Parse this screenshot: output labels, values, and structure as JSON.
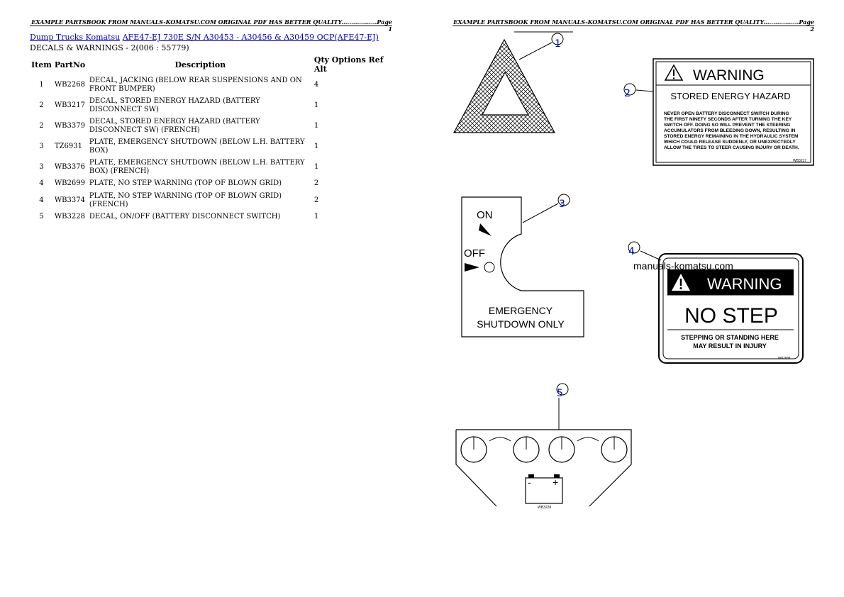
{
  "header": {
    "page1": "EXAMPLE PARTSBOOK FROM MANUALS-KOMATSU.COM ORIGINAL PDF HAS BETTER QUALITY..................Page 1",
    "page2": "EXAMPLE PARTSBOOK FROM MANUALS-KOMATSU.COM ORIGINAL PDF HAS BETTER QUALITY..................Page 2"
  },
  "breadcrumb": {
    "link1": "Dump Trucks Komatsu",
    "link2": "AFE47-EJ 730E S/N A30453 - A30456 & A30459 OCP(AFE47-EJ)"
  },
  "subtitle": "DECALS & WARNINGS - 2(006 : 55779)",
  "table": {
    "headers": {
      "item": "Item",
      "partno": "PartNo",
      "description": "Description",
      "rest": "Qty Options Ref Alt"
    },
    "rows": [
      {
        "item": "1",
        "partno": "WB2268",
        "description": "DECAL, JACKING (BELOW REAR SUSPENSIONS AND ON FRONT BUMPER)",
        "qty": "4"
      },
      {
        "item": "2",
        "partno": "WB3217",
        "description": "DECAL, STORED ENERGY HAZARD (BATTERY DISCONNECT SW)",
        "qty": "1"
      },
      {
        "item": "2",
        "partno": "WB3379",
        "description": "DECAL, STORED ENERGY HAZARD (BATTERY DISCONNECT SW) (FRENCH)",
        "qty": "1"
      },
      {
        "item": "3",
        "partno": "TZ6931",
        "description": "PLATE, EMERGENCY SHUTDOWN (BELOW L.H. BATTERY BOX)",
        "qty": "1"
      },
      {
        "item": "3",
        "partno": "WB3376",
        "description": "PLATE, EMERGENCY SHUTDOWN (BELOW L.H. BATTERY BOX) (FRENCH)",
        "qty": "1"
      },
      {
        "item": "4",
        "partno": "WB2699",
        "description": "PLATE, NO STEP WARNING (TOP OF BLOWN GRID)",
        "qty": "2"
      },
      {
        "item": "4",
        "partno": "WB3374",
        "description": "PLATE, NO STEP WARNING (TOP OF BLOWN GRID) (FRENCH)",
        "qty": "2"
      },
      {
        "item": "5",
        "partno": "WB3228",
        "description": "DECAL, ON/OFF (BATTERY DISCONNECT SWITCH)",
        "qty": "1"
      }
    ]
  },
  "diagram": {
    "callouts": [
      "1",
      "2",
      "3",
      "4",
      "5"
    ],
    "watermark": "manuals-komatsu.com",
    "decal2": {
      "warning": "WARNING",
      "title": "STORED ENERGY HAZARD",
      "body": [
        "NEVER OPEN BATTERY DISCONNECT SWITCH DURING",
        "THE FIRST NINETY SECONDS AFTER TURNING THE KEY",
        "SWITCH OFF.  DOING SO WILL PREVENT THE STEERING",
        "ACCUMULATORS FROM BLEEDING DOWN, RESULTING IN",
        "STORED ENERGY REMAINING IN THE HYDRAULIC SYSTEM",
        "WHICH COULD RELEASE SUDDENLY, OR UNEXPECTEDLY",
        "ALLOW THE TIRES TO STEER CAUSING INJURY OR DEATH."
      ],
      "code": "WB3217"
    },
    "decal3": {
      "on": "ON",
      "off": "OFF",
      "line1": "EMERGENCY",
      "line2": "SHUTDOWN ONLY"
    },
    "decal4": {
      "warning": "WARNING",
      "title": "NO STEP",
      "line1": "STEPPING OR STANDING HERE",
      "line2": "MAY RESULT IN INJURY",
      "code": "WB2699"
    },
    "decal5": {
      "minus": "-",
      "plus": "+",
      "code": "WB3228"
    }
  }
}
